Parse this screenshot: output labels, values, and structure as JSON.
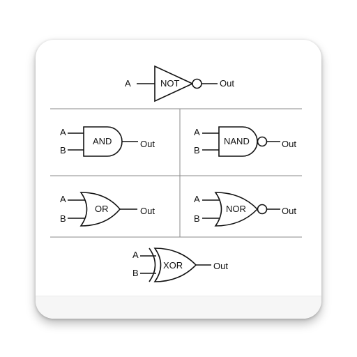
{
  "gates": {
    "not": {
      "label": "NOT",
      "in_a": "A",
      "out": "Out"
    },
    "and": {
      "label": "AND",
      "in_a": "A",
      "in_b": "B",
      "out": "Out"
    },
    "nand": {
      "label": "NAND",
      "in_a": "A",
      "in_b": "B",
      "out": "Out"
    },
    "or": {
      "label": "OR",
      "in_a": "A",
      "in_b": "B",
      "out": "Out"
    },
    "nor": {
      "label": "NOR",
      "in_a": "A",
      "in_b": "B",
      "out": "Out"
    },
    "xor": {
      "label": "XOR",
      "in_a": "A",
      "in_b": "B",
      "out": "Out"
    }
  }
}
